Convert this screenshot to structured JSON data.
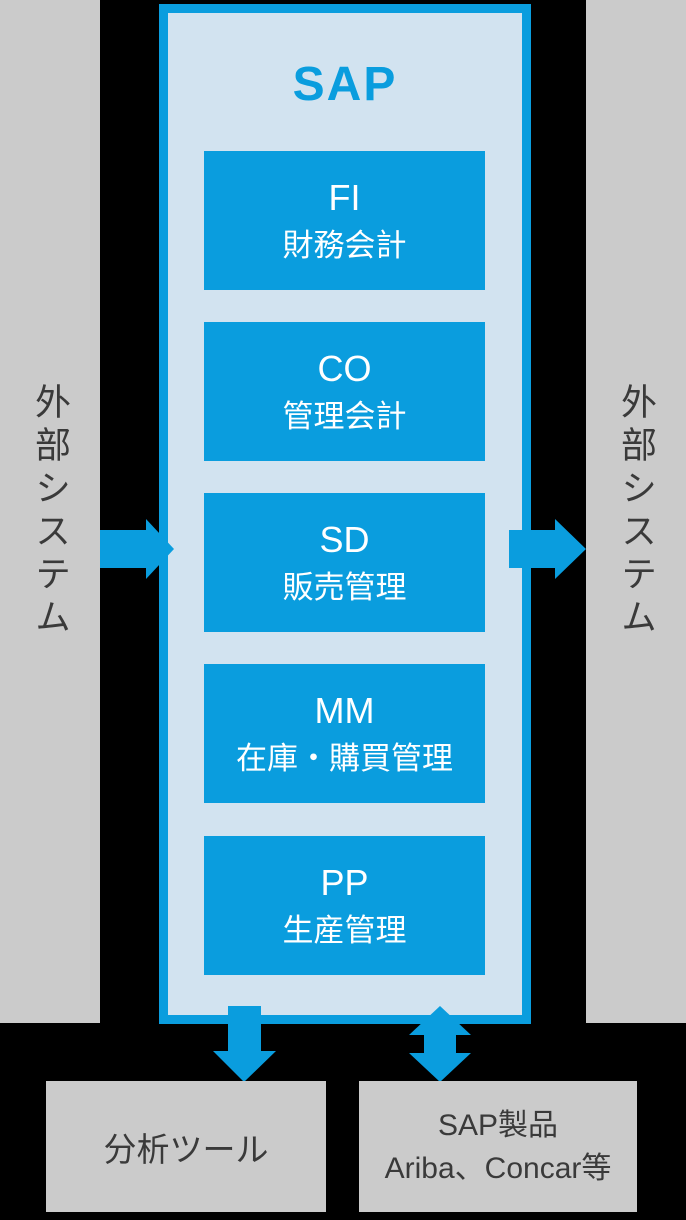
{
  "colors": {
    "background": "#000000",
    "accent_blue": "#0a9dde",
    "panel_fill": "#d2e3f0",
    "gray_box": "#cbcbcb",
    "dark_text": "#3a3a3a",
    "module_text": "#ffffff"
  },
  "left_column": {
    "label": "外部システム"
  },
  "right_column": {
    "label": "外部システム"
  },
  "sap_panel": {
    "title": "SAP",
    "modules": [
      {
        "code": "FI",
        "name": "財務会計"
      },
      {
        "code": "CO",
        "name": "管理会計"
      },
      {
        "code": "SD",
        "name": "販売管理"
      },
      {
        "code": "MM",
        "name": "在庫・購買管理"
      },
      {
        "code": "PP",
        "name": "生産管理"
      }
    ]
  },
  "arrows": {
    "inbound_left": {
      "icon": "arrow-right-icon",
      "from": "外部システム",
      "to": "SAP",
      "color": "#0a9dde"
    },
    "outbound_right": {
      "icon": "arrow-right-icon",
      "from": "SAP",
      "to": "外部システム",
      "color": "#0a9dde"
    },
    "to_analysis": {
      "icon": "arrow-down-icon",
      "from": "SAP",
      "to": "分析ツール",
      "color": "#0a9dde"
    },
    "to_sap_products": {
      "icon": "arrow-up-down-icon",
      "from": "SAP",
      "to": "SAP製品",
      "color": "#0a9dde"
    }
  },
  "bottom_boxes": {
    "analysis_tool": {
      "label": "分析ツール"
    },
    "sap_products": {
      "line1": "SAP製品",
      "line2": "Ariba、Concar等"
    }
  }
}
